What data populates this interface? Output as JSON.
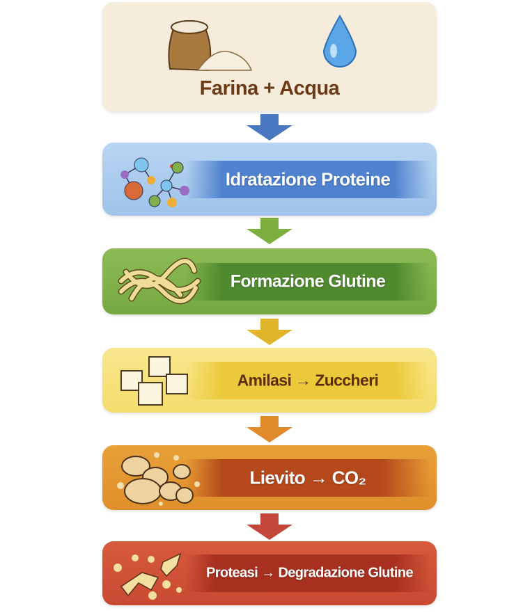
{
  "steps": [
    {
      "label": "Farina + Acqua",
      "icons": [
        "flour-sack-icon",
        "water-drop-icon"
      ],
      "color": "#f6ecdc"
    },
    {
      "label": "Idratazione Proteine",
      "icon": "molecule-icon",
      "color": "#a9cbee"
    },
    {
      "label": "Formazione Glutine",
      "icon": "gluten-strands-icon",
      "color": "#7fb04a"
    },
    {
      "left": "Amilasi",
      "arrow": "→",
      "right": "Zuccheri",
      "icon": "sugar-cubes-icon",
      "color": "#f7e27d"
    },
    {
      "left": "Lievito",
      "arrow": "→",
      "right": "CO₂",
      "icon": "yeast-cells-icon",
      "color": "#e3962f"
    },
    {
      "left": "Proteasi",
      "arrow": "→",
      "right": "Degradazione Glutine",
      "icon": "broken-gluten-icon",
      "color": "#cf5237"
    }
  ],
  "arrow_colors": [
    "#4a78c0",
    "#7dae3e",
    "#e0b52a",
    "#e08a2a",
    "#c2473a"
  ]
}
